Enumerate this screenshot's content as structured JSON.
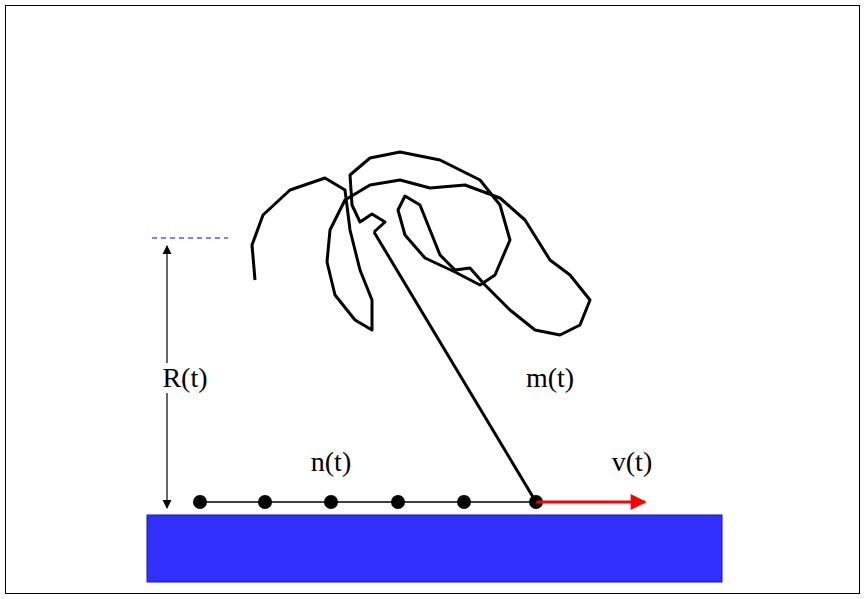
{
  "diagram": {
    "labels": [
      "R(t)",
      "m(t)",
      "n(t)",
      "v(t)"
    ]
  }
}
